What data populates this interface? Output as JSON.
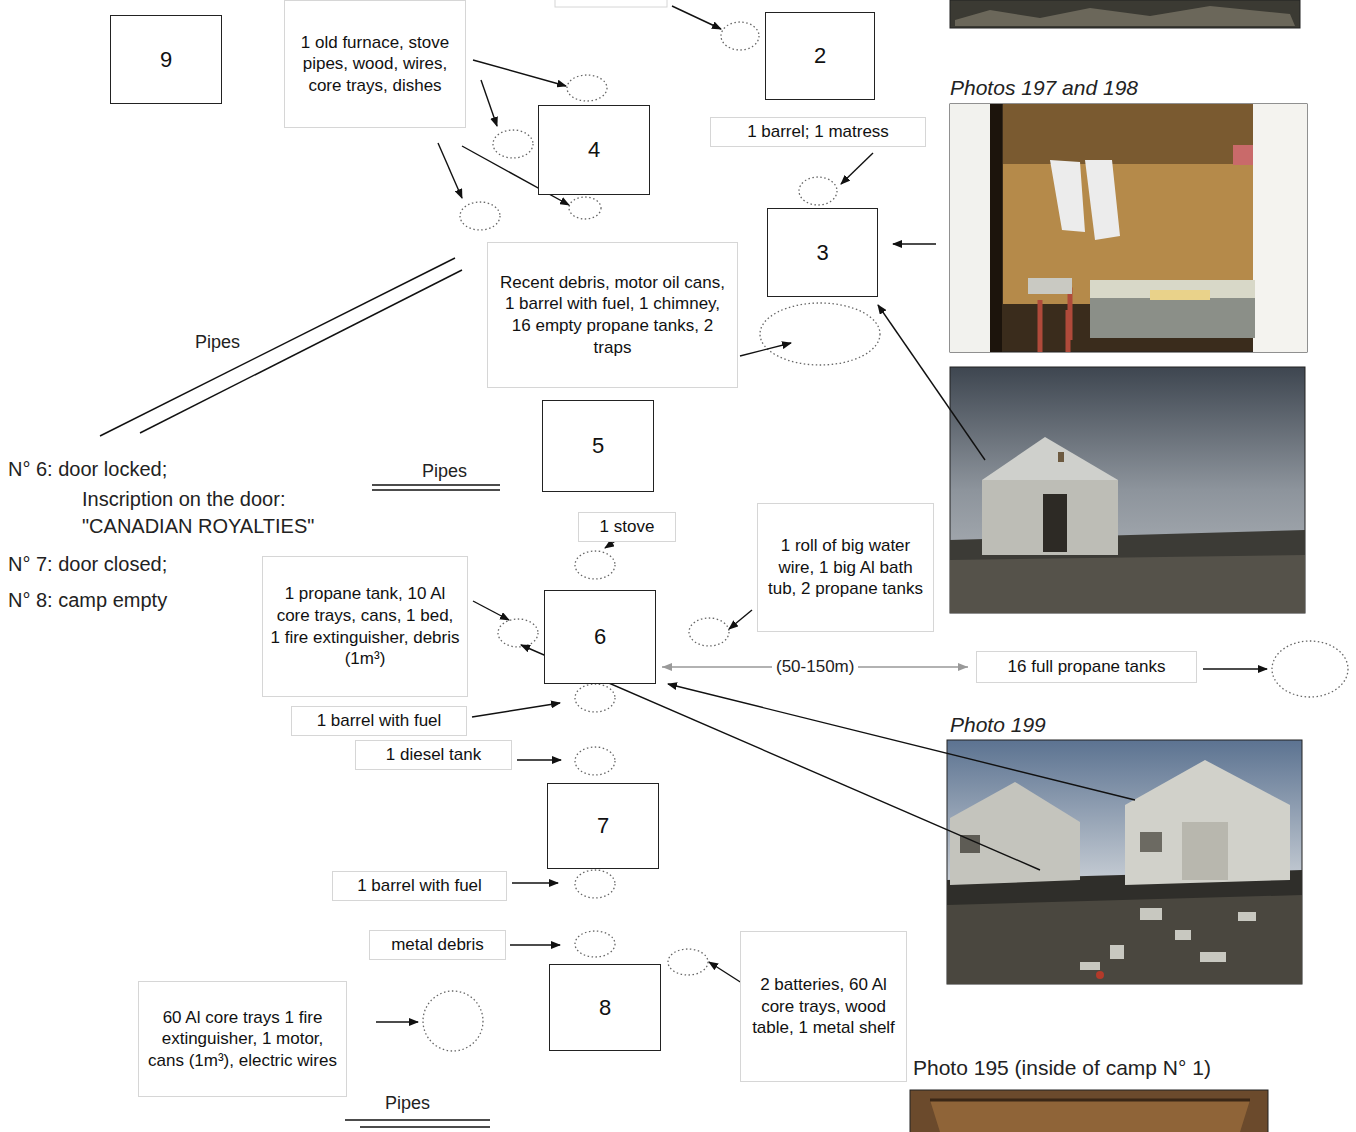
{
  "diagram": {
    "nodes": [
      {
        "text": [
          "9"
        ]
      },
      {
        "text": [
          "1 old furnace, stove pipes, wood, wires, core trays, dishes"
        ]
      },
      {
        "text": [
          "2"
        ]
      },
      {
        "text": [
          "4"
        ]
      },
      {
        "text": [
          "1 barrel; 1 matress"
        ]
      },
      {
        "text": [
          "3"
        ]
      },
      {
        "text": [
          "Recent debris, motor oil cans, 1 barrel with fuel, 1 chimney, 16 empty propane tanks, 2 traps"
        ]
      },
      {
        "text": [
          "5"
        ]
      },
      {
        "text": [
          "1 stove"
        ]
      },
      {
        "text": [
          "1 roll of big water wire, 1 big Al bath tub, 2 propane tanks"
        ]
      },
      {
        "text": [
          "1 propane tank, 10 Al core trays, cans, 1 bed, 1 fire extinguisher, debris (1m³)"
        ]
      },
      {
        "text": [
          "6"
        ]
      },
      {
        "text": [
          "16 full propane tanks"
        ]
      },
      {
        "text": [
          "1 barrel with fuel"
        ]
      },
      {
        "text": [
          "1 diesel  tank"
        ]
      },
      {
        "text": [
          "7"
        ]
      },
      {
        "text": [
          "1 barrel with fuel"
        ]
      },
      {
        "text": [
          "metal debris"
        ]
      },
      {
        "text": [
          "2 batteries, 60 Al core trays, wood table, 1 metal shelf"
        ]
      },
      {
        "text": [
          "8"
        ]
      },
      {
        "text": [
          "60 Al core trays 1 fire extinguisher, 1 motor, cans (1m³), electric wires"
        ]
      }
    ],
    "edges": [
      {
        "from": 11,
        "to": 12,
        "label": "(50-150m)",
        "arrow": "both"
      }
    ],
    "labels": [
      "Photos 197 and 198",
      "Pipes",
      "N° 6: door locked;",
      "Pipes",
      "Inscription on the door:",
      "\"CANADIAN ROYALTIES\"",
      "N° 7: door closed;",
      "N° 8: camp empty",
      "Photo 199",
      "Photo 195 (inside of camp N° 1)",
      "Pipes"
    ]
  }
}
